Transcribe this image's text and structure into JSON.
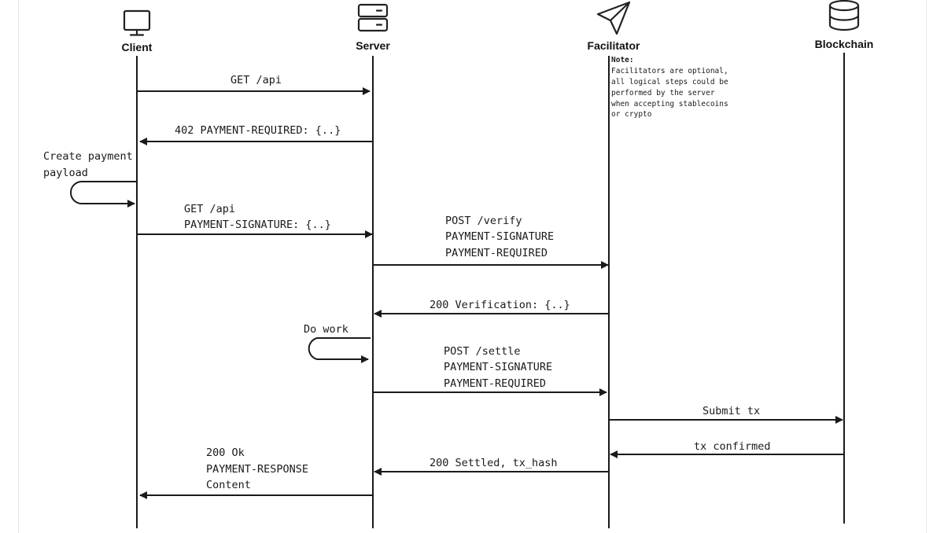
{
  "participants": [
    {
      "id": "client",
      "label": "Client",
      "icon": "monitor-icon"
    },
    {
      "id": "server",
      "label": "Server",
      "icon": "server-icon"
    },
    {
      "id": "facilitator",
      "label": "Facilitator",
      "icon": "paper-plane-icon"
    },
    {
      "id": "blockchain",
      "label": "Blockchain",
      "icon": "database-icon"
    }
  ],
  "note": {
    "title": "Note:",
    "lines": [
      "Facilitators are optional,",
      "all logical steps could be",
      "performed by the server",
      "when accepting stablecoins",
      "or crypto"
    ]
  },
  "messages": [
    {
      "from": "client",
      "to": "server",
      "lines": [
        "GET /api"
      ]
    },
    {
      "from": "server",
      "to": "client",
      "lines": [
        "402 PAYMENT-REQUIRED: {..}"
      ]
    },
    {
      "self": "client",
      "lines": [
        "Create payment",
        "payload"
      ]
    },
    {
      "from": "client",
      "to": "server",
      "lines": [
        "GET /api",
        "PAYMENT-SIGNATURE: {..}"
      ]
    },
    {
      "from": "server",
      "to": "facilitator",
      "lines": [
        "POST /verify",
        "PAYMENT-SIGNATURE",
        "PAYMENT-REQUIRED"
      ]
    },
    {
      "from": "facilitator",
      "to": "server",
      "lines": [
        "200 Verification: {..}"
      ]
    },
    {
      "self": "server",
      "lines": [
        "Do work"
      ]
    },
    {
      "from": "server",
      "to": "facilitator",
      "lines": [
        "POST /settle",
        "PAYMENT-SIGNATURE",
        "PAYMENT-REQUIRED"
      ]
    },
    {
      "from": "facilitator",
      "to": "blockchain",
      "lines": [
        "Submit tx"
      ]
    },
    {
      "from": "blockchain",
      "to": "facilitator",
      "lines": [
        "tx confirmed"
      ]
    },
    {
      "from": "facilitator",
      "to": "server",
      "lines": [
        "200 Settled, tx_hash"
      ]
    },
    {
      "from": "server",
      "to": "client",
      "lines": [
        "200 Ok",
        "PAYMENT-RESPONSE",
        "Content"
      ]
    }
  ],
  "colors": {
    "stroke": "#1a1a1a",
    "background": "#ffffff"
  }
}
